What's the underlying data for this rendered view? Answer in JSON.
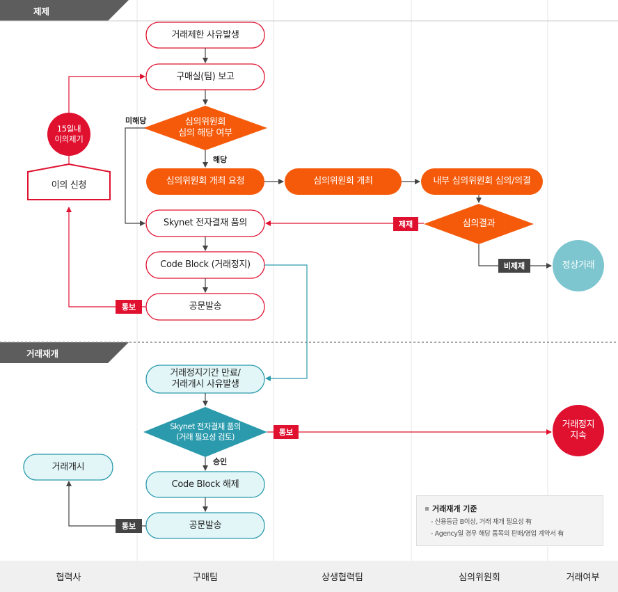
{
  "sections": {
    "top": "제제",
    "bottom": "거래재개"
  },
  "lanes": [
    "협력사",
    "구매팀",
    "상생협력팀",
    "심의위원회",
    "거래여부"
  ],
  "nodes": {
    "trade_limit": "거래제한 사유발생",
    "report": "구매실(팀) 보고",
    "applicable_line1": "심의위원회",
    "applicable_line2": "심의 해당 여부",
    "committee_request": "심의위원회 개최 요청",
    "committee_open": "심의위원회 개최",
    "internal_review": "내부 심의위원회 심의/의결",
    "result": "심의결과",
    "skynet_approval": "Skynet 전자결재 품의",
    "code_block": "Code Block (거래정지)",
    "official_letter": "공문발송",
    "normal_trade": "정상거래",
    "objection_badge_line1": "15일내",
    "objection_badge_line2": "이의제기",
    "objection_request": "이의 신청",
    "resume_line1": "거래정지기간 만료/",
    "resume_line2": "거래개시 사유발생",
    "skynet_resume_line1": "Skynet 전자결재 품의",
    "skynet_resume_line2": "(거래 필요성 검토)",
    "code_unblock": "Code Block 해제",
    "official_letter2": "공문발송",
    "trade_start": "거래개시",
    "trade_stop_line1": "거래정지",
    "trade_stop_line2": "지속"
  },
  "labels": {
    "not_applicable": "미해당",
    "applicable": "해당",
    "sanction": "제재",
    "no_sanction": "비제재",
    "notify": "통보",
    "notify2": "통보",
    "notify3": "통보",
    "approve": "승인"
  },
  "note": {
    "title": "거래재개 기준",
    "lines": [
      "- 신용등급 B이상, 거래 재개 필요성 有",
      "- Agency일 경우 해당 품목의 판매/영업 계약서 有"
    ]
  },
  "colors": {
    "red": "#e0102f",
    "orange": "#f55a0a",
    "teal": "#2a9aac",
    "light_blue": "#7ec6cf",
    "light_cyan": "#e2f6f8",
    "dark_tag": "#444444",
    "section_bg": "#5d5d5d"
  }
}
